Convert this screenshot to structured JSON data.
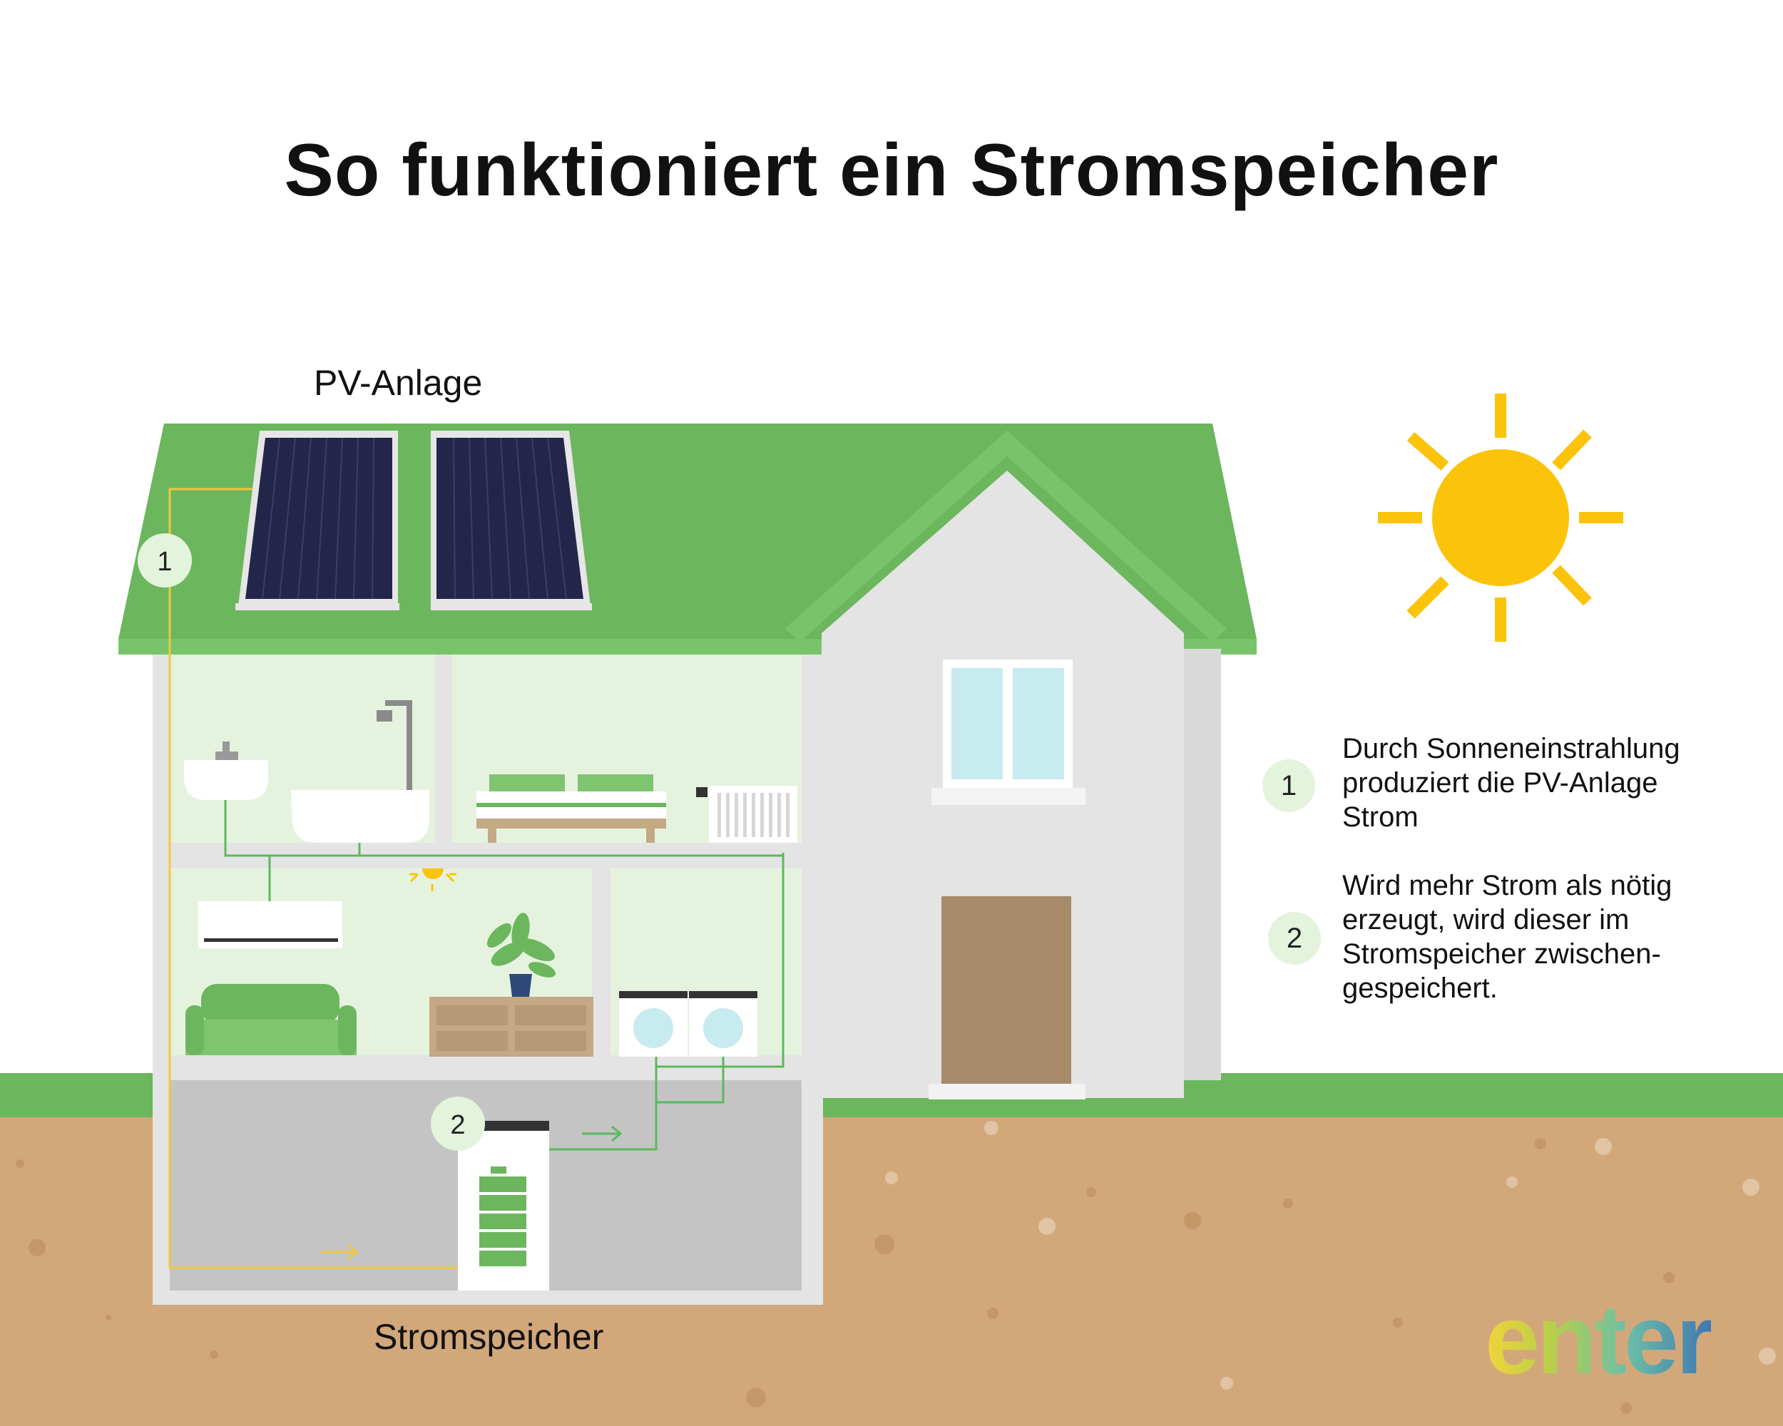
{
  "title": "So funktioniert ein Stromspeicher",
  "labels": {
    "pv": "PV-Anlage",
    "storage": "Stromspeicher"
  },
  "markers": {
    "one": "1",
    "two": "2"
  },
  "legend": [
    {
      "number": "1",
      "text": "Durch Sonneneinstrahlung produziert die PV-Anlage Strom"
    },
    {
      "number": "2",
      "text": "Wird mehr Strom als nötig erzeugt, wird dieser im Stromspeicher zwischen-gespeichert."
    }
  ],
  "logo": "enter",
  "colors": {
    "roof": "#6cb65e",
    "grass": "#6cb65e",
    "soil": "#d2a87b",
    "sun": "#fcc30b",
    "solar_panel": "#23264a",
    "flow_solar": "#f2c73d",
    "flow_grid": "#5cb85c",
    "wall": "#e4e4e4",
    "basement": "#c4c4c4"
  }
}
